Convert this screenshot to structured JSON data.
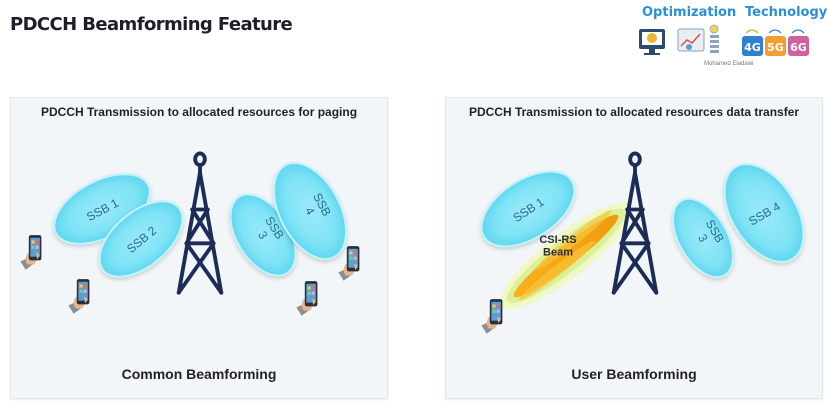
{
  "page": {
    "title": "PDCCH Beamforming Feature"
  },
  "logo": {
    "word_left": "Optimization",
    "word_right": "Technology",
    "author": "Mohamed Eladawi",
    "badges": [
      "4G",
      "5G",
      "6G"
    ],
    "colors": {
      "primary": "#2a8fd8",
      "badge_4g": "#2f80d0",
      "badge_5g": "#f0a030",
      "badge_6g": "#d060a0"
    }
  },
  "panels": [
    {
      "heading": "PDCCH Transmission to allocated resources for paging",
      "caption": "Common Beamforming",
      "beams": [
        {
          "label": "SSB 1"
        },
        {
          "label": "SSB 2"
        },
        {
          "label": "SSB\n3"
        },
        {
          "label": "SSB\n4"
        }
      ],
      "phone_count": 4
    },
    {
      "heading": "PDCCH Transmission to allocated resources data transfer",
      "caption": "User Beamforming",
      "beams": [
        {
          "label": "SSB 1"
        },
        {
          "label": "SSB\n3"
        },
        {
          "label": "SSB 4"
        }
      ],
      "csi_rs": {
        "label": "CSI-RS\nBeam"
      },
      "phone_count": 1
    }
  ],
  "colors": {
    "beam_fill": "#7fe3f6",
    "beam_edge": "#bff3fb",
    "tower": "#1b2d57",
    "csi_core": "#f0a412",
    "csi_glow": "#dff27a",
    "panel_bg": "#f3f6f8",
    "title_text": "#1e1e2a"
  }
}
